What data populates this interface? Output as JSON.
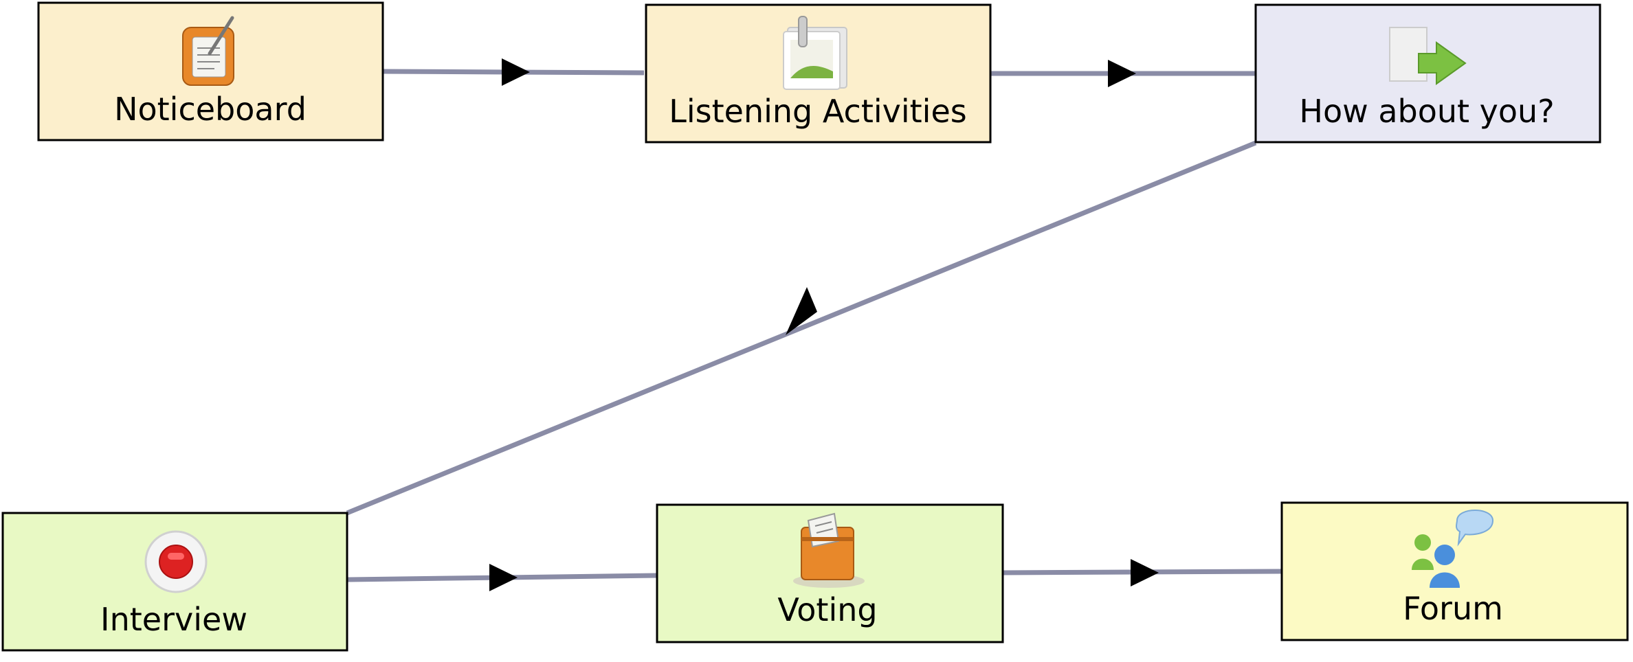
{
  "colors": {
    "connector": "#8a8ca6",
    "border": "#000000",
    "arrowhead": "#000000"
  },
  "activities": [
    {
      "id": "noticeboard",
      "label": "Noticeboard",
      "icon": "noticeboard-clipboard-icon",
      "fill": "#fcefcc"
    },
    {
      "id": "listening",
      "label": "Listening Activities",
      "icon": "image-resource-icon",
      "fill": "#fcefcc"
    },
    {
      "id": "how-about-you",
      "label": "How about you?",
      "icon": "branching-arrow-icon",
      "fill": "#e8e8f4"
    },
    {
      "id": "interview",
      "label": "Interview",
      "icon": "record-button-icon",
      "fill": "#e8f9c4"
    },
    {
      "id": "voting",
      "label": "Voting",
      "icon": "ballot-box-icon",
      "fill": "#e8f9c4"
    },
    {
      "id": "forum",
      "label": "Forum",
      "icon": "forum-users-icon",
      "fill": "#fcfac4"
    }
  ]
}
